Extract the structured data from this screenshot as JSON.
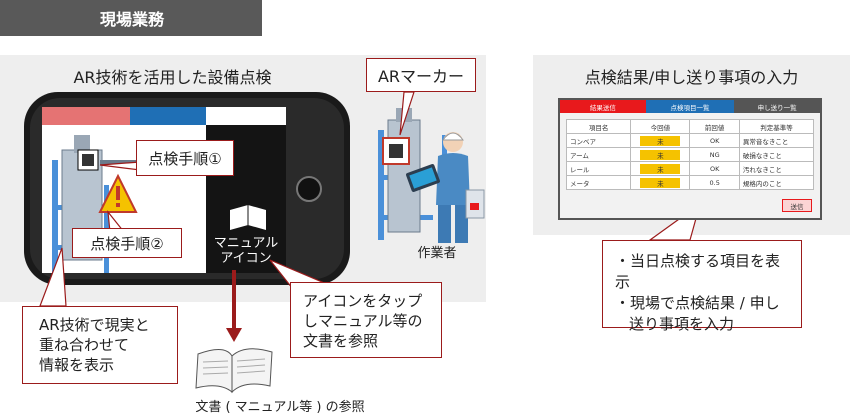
{
  "header": {
    "title": "現場業務"
  },
  "left_panel": {
    "title": "AR技術を活用した設備点検",
    "step1": "点検手順①",
    "step2": "点検手順②",
    "manual_icon_label_line1": "マニュアル",
    "manual_icon_label_line2": "アイコン"
  },
  "marker_callout": "ARマーカー",
  "worker_caption": "作業者",
  "ar_note": {
    "line1": "AR技術で現実と",
    "line2": "重ね合わせて",
    "line3": "情報を表示"
  },
  "icon_note": {
    "line1": "アイコンをタップ",
    "line2": "しマニュアル等の",
    "line3": "文書を参照"
  },
  "doc_caption": "文書 ( マニュアル等 ) の参照",
  "right_panel": {
    "title": "点検結果/申し送り事項の入力",
    "tabs": [
      "結果送信",
      "点検項目一覧",
      "申し送り一覧"
    ],
    "columns": [
      "項目名",
      "今回値",
      "前回値",
      "判定基準等"
    ],
    "rows": [
      [
        "コンベア",
        "未",
        "OK",
        "異常音なきこと"
      ],
      [
        "アーム",
        "未",
        "NG",
        "破損なきこと"
      ],
      [
        "レール",
        "未",
        "OK",
        "汚れなきこと"
      ],
      [
        "メータ",
        "未",
        "0.5",
        "規格内のこと"
      ]
    ],
    "send_button": "送信"
  },
  "right_note": {
    "line1": "・当日点検する項目を表示",
    "line2": "・現場で点検結果 / 申し",
    "line3": "送り事項を入力"
  },
  "colors": {
    "accent_red": "#9b1b1b",
    "tab_red": "#e8191c",
    "tab_blue": "#1f6fb5",
    "tab_dark": "#555555",
    "cell_yellow": "#f5c200"
  }
}
